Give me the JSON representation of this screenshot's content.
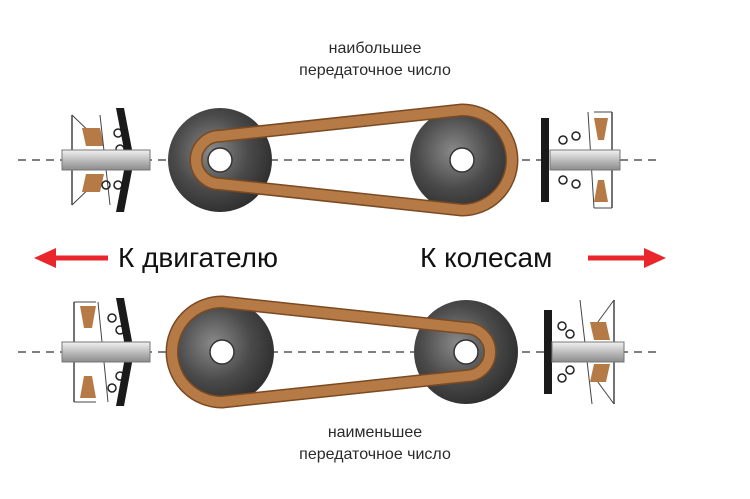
{
  "top_caption": {
    "line1": "наибольшее",
    "line2": "передаточное число"
  },
  "bottom_caption": {
    "line1": "наименьшее",
    "line2": "передаточное число"
  },
  "left_label": "К двигателю",
  "right_label": "К колесам",
  "colors": {
    "belt": "#b57a45",
    "belt_edge": "#7a4a22",
    "pulley": "#3c3c3c",
    "arrow": "#e8262b",
    "axis": "#555555"
  },
  "icons": {
    "left_arrow": "arrow-left-icon",
    "right_arrow": "arrow-right-icon"
  }
}
